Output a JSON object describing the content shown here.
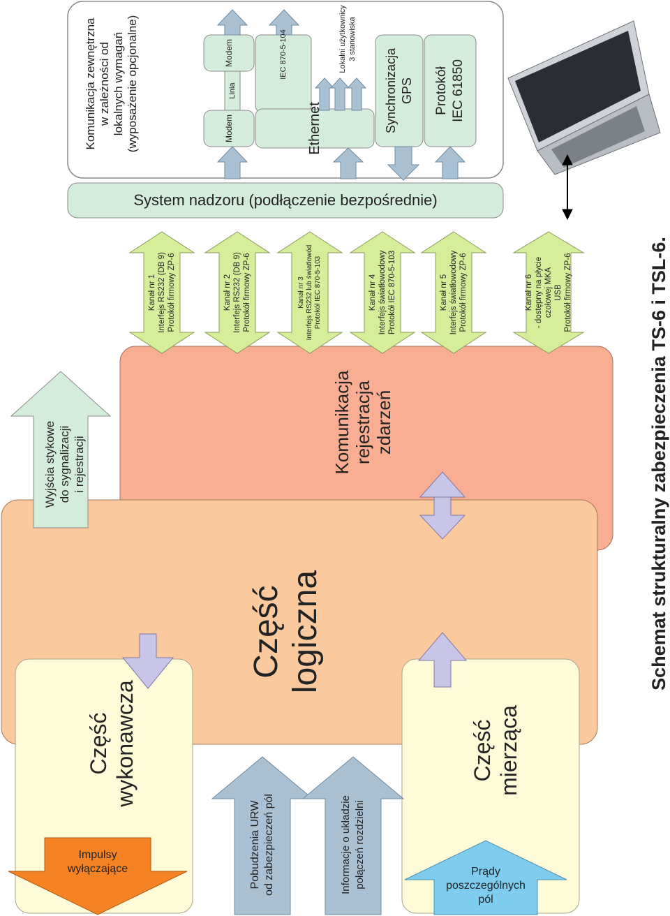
{
  "external_comm": {
    "title_lines": [
      "Komunikacja zewnętrzna",
      "w zależności od",
      "lokalnych wymagań",
      "(wyposażenie opcjonalne)"
    ],
    "modem_top": "Modem",
    "modem_bottom": "Modem",
    "linia": "Linia",
    "iec_104": "IEC 870-5-104",
    "ethernet": "Ethernet",
    "local_users_lines": [
      "Lokalni użytkownicy",
      "3 stanowiska"
    ],
    "gps_lines": [
      "Synchronizacja",
      "GPS"
    ],
    "iec61850_lines": [
      "Protokół",
      "IEC 61850"
    ]
  },
  "system_nadzoru": "System nadzoru (podłączenie bezpośrednie)",
  "channels": [
    {
      "lines": [
        "Kanał nr 1",
        "Interfejs RS232 (DB 9)",
        "Protokół firmowy ZP-6"
      ]
    },
    {
      "lines": [
        "Kanał nr 2",
        "Interfejs RS232 (DB 9)",
        "Protokół firmowy ZP-6"
      ]
    },
    {
      "lines": [
        "Kanał nr 3",
        "Interfejs RS232 lub światłowód",
        "Protokół IEC 870-5-103"
      ]
    },
    {
      "lines": [
        "Kanał nr 4",
        "Interfejs światłowodowy",
        "Protokół IEC 870-5-103"
      ]
    },
    {
      "lines": [
        "Kanał nr 5",
        "Interfejs światłowodowy",
        "Protokół firmowy ZP-6"
      ]
    },
    {
      "lines": [
        "Kanał nr 6",
        "- dostępny na płycie",
        "czołowej MKA",
        "USB",
        "Protokół firmowy ZP-6"
      ]
    }
  ],
  "blocks": {
    "komunikacja_lines": [
      "Komunikacja",
      "rejestracja",
      "zdarzeń"
    ],
    "logiczna_lines": [
      "Część",
      "logiczna"
    ],
    "wykonawcza_lines": [
      "Część",
      "wykonawcza"
    ],
    "mierzaca_lines": [
      "Część",
      "mierząca"
    ]
  },
  "inputs": {
    "wyjscia_lines": [
      "Wyjścia stykowe",
      "do sygnalizacji",
      "i rejestracji"
    ],
    "impulsy_lines": [
      "Impulsy",
      "wyłączające"
    ],
    "pobudzenia_lines": [
      "Pobudzenia URW",
      "od zabezpieczeń pól"
    ],
    "informacje_lines": [
      "Informacje o układzie",
      "połączeń rozdzielni"
    ],
    "prady_lines": [
      "Prądy",
      "poszczególnych",
      "pól"
    ]
  },
  "caption": "Schemat strukturalny zabezpieczenia TS-6 i TSL-6.",
  "colors": {
    "green_fill": "#d4ecdc",
    "salmon": "#f9ad92",
    "peach": "#fbc99e",
    "cream": "#fefbd8",
    "lime": "#d6ee9a",
    "steel": "#a9c1d3",
    "lavender": "#c9c5e6",
    "orange": "#f58223",
    "sky": "#7fcdee"
  }
}
